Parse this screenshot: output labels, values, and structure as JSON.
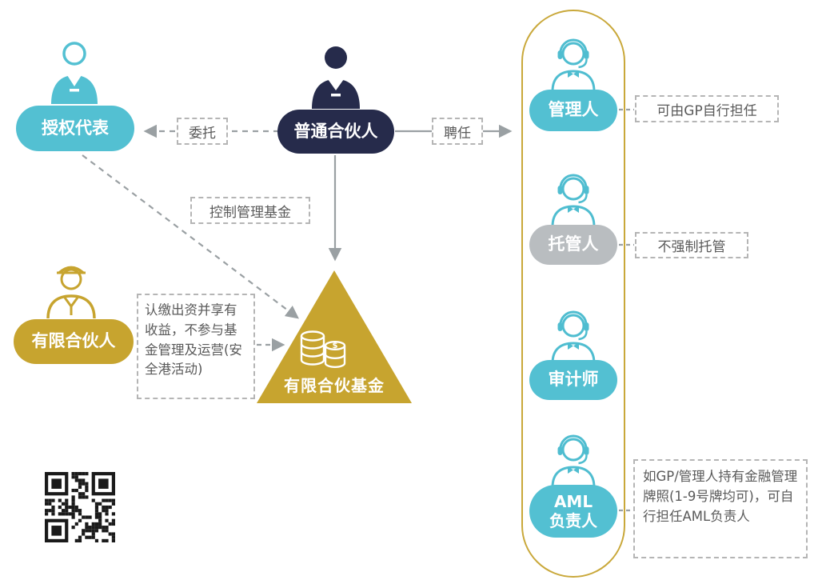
{
  "nodes": {
    "authorized_rep": {
      "label": "授权代表"
    },
    "general_partner": {
      "label": "普通合伙人"
    },
    "limited_partner": {
      "label": "有限合伙人"
    },
    "fund": {
      "label": "有限合伙基金"
    },
    "manager": {
      "label": "管理人"
    },
    "custodian": {
      "label": "托管人"
    },
    "auditor": {
      "label": "审计师"
    },
    "aml_officer": {
      "line1": "AML",
      "line2": "负责人"
    }
  },
  "edges": {
    "entrust": "委托",
    "appoint": "聘任",
    "control": "控制管理基金",
    "lp_note": "认缴出资并享有收益，不参与基金管理及运营(安全港活动)"
  },
  "annotations": {
    "manager_note": "可由GP自行担任",
    "custodian_note": "不强制托管",
    "aml_note": "如GP/管理人持有金融管理牌照(1-9号牌均可)，可自行担任AML负责人"
  },
  "colors": {
    "teal": "#53c0d2",
    "navy": "#262b4b",
    "gold": "#c7a42f",
    "gray_pill": "#b9bdc0",
    "capsule_border": "#c9a83a",
    "arrow_gray": "#9aa0a3"
  }
}
